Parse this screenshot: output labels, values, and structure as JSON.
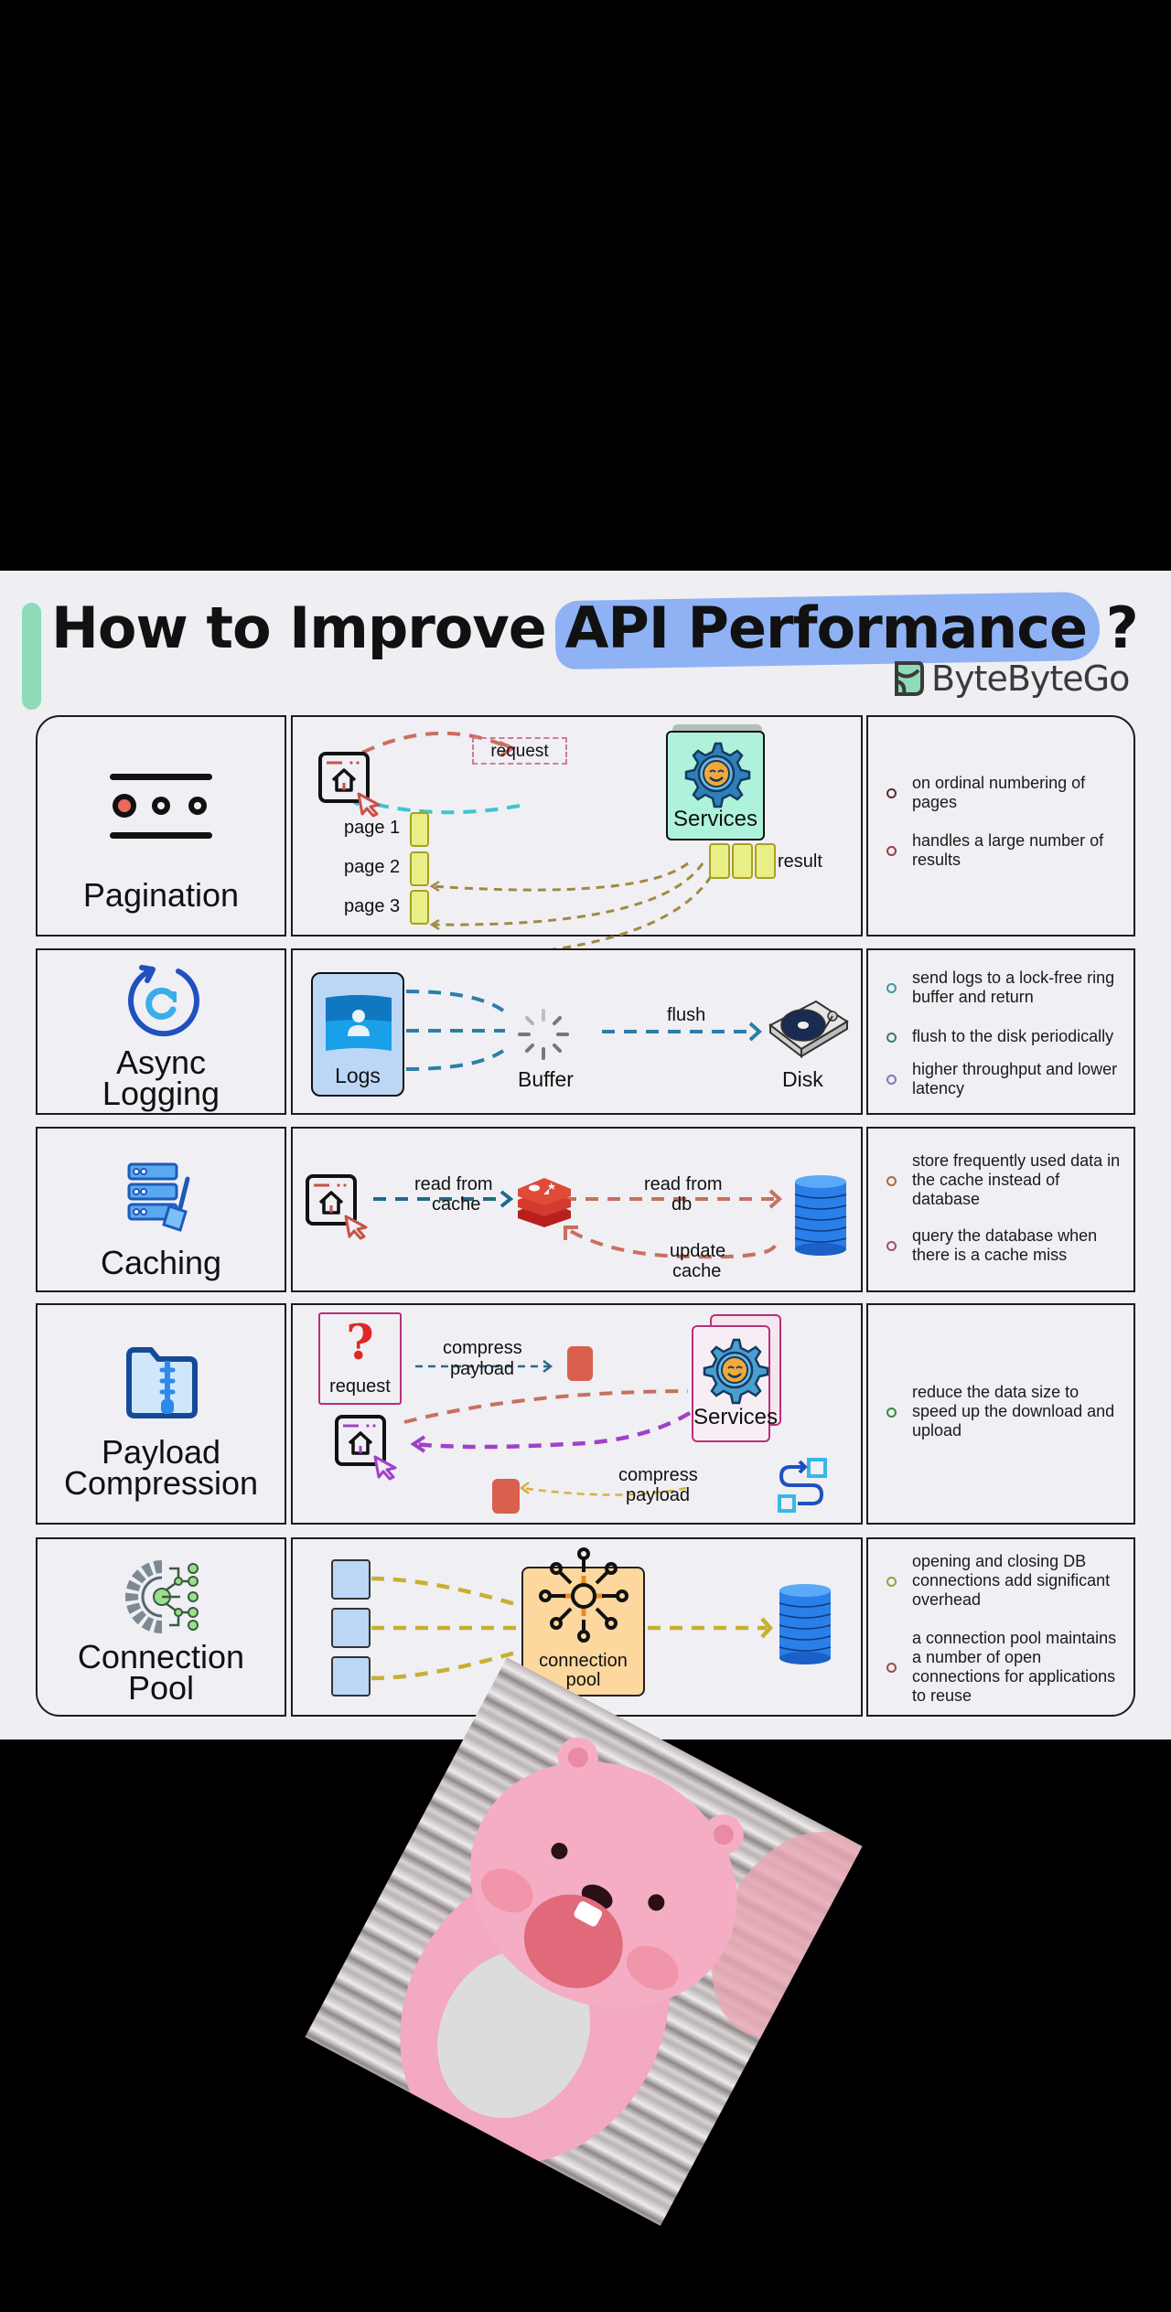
{
  "title": {
    "prefix": "How to Improve ",
    "highlight": "API Performance",
    "suffix": " ?"
  },
  "brand": {
    "name": "ByteByteGo",
    "accent": "#8edbb8",
    "highlight_color": "#8fb2f5"
  },
  "rows": [
    {
      "name": "Pagination",
      "label_lines": [
        "Pagination"
      ],
      "diagram": {
        "request": "request",
        "services": "Services",
        "result": "result",
        "pages": [
          "page 1",
          "page 2",
          "page 3"
        ]
      },
      "bullets": [
        "on ordinal numbering of pages",
        "handles a large number of results"
      ],
      "bullet_colors": [
        "#5a2e36",
        "#a03a4a"
      ]
    },
    {
      "name": "Async Logging",
      "label_lines": [
        "Async",
        "Logging"
      ],
      "diagram": {
        "logs": "Logs",
        "buffer": "Buffer",
        "flush": "flush",
        "disk": "Disk"
      },
      "bullets": [
        "send logs to a lock-free ring buffer and return",
        "flush to the disk periodically",
        "higher throughput and lower latency"
      ],
      "bullet_colors": [
        "#3a9c9c",
        "#3a7a80",
        "#7a7ab8"
      ]
    },
    {
      "name": "Caching",
      "label_lines": [
        "Caching"
      ],
      "diagram": {
        "read_cache": [
          "read from",
          "cache"
        ],
        "read_db": [
          "read from",
          "db"
        ],
        "update_cache": [
          "update",
          "cache"
        ]
      },
      "bullets": [
        "store frequently used data in the cache instead of database",
        "query the database when there is a cache miss"
      ],
      "bullet_colors": [
        "#b06a3a",
        "#a0506a"
      ]
    },
    {
      "name": "Payload Compression",
      "label_lines": [
        "Payload",
        "Compression"
      ],
      "diagram": {
        "request": "request",
        "compress_top": [
          "compress",
          "payload"
        ],
        "services": "Services",
        "compress_bottom": [
          "compress",
          "payload"
        ]
      },
      "bullets": [
        "reduce the data size to speed up the download and upload"
      ],
      "bullet_colors": [
        "#3a8a3a"
      ]
    },
    {
      "name": "Connection Pool",
      "label_lines": [
        "Connection",
        "Pool"
      ],
      "diagram": {
        "pool": [
          "connection",
          "pool"
        ]
      },
      "bullets": [
        "opening and closing DB connections add significant overhead",
        "a connection pool maintains a number of open connections for applications to reuse"
      ],
      "bullet_colors": [
        "#8aa83a",
        "#a04a4a"
      ]
    }
  ],
  "icons": {
    "pagination": "pagination-dots-icon",
    "async": "refresh-cycle-icon",
    "caching": "server-broom-icon",
    "compression": "zip-folder-icon",
    "pool": "gear-network-icon"
  },
  "overlay_image": "pink-bear-photo"
}
